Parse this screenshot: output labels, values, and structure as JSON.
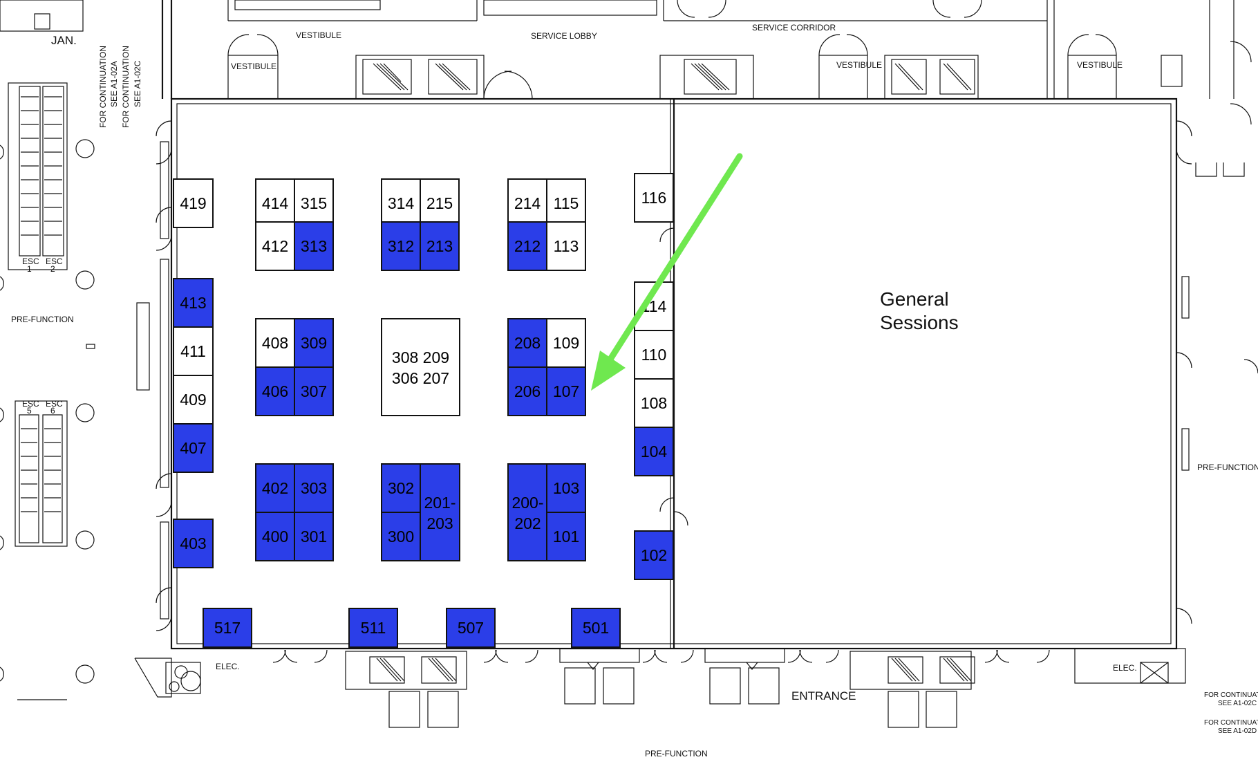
{
  "colors": {
    "booth_fill_reserved": "#2b3ee8",
    "booth_fill_open": "#ffffff",
    "arrow": "#6fe84f",
    "ink": "#111111"
  },
  "labels": {
    "vestibule_top_left": "VESTIBULE",
    "vestibule_left": "VESTIBULE",
    "service_lobby": "SERVICE LOBBY",
    "service_corridor": "SERVICE CORRIDOR",
    "vestibule_mid": "VESTIBULE",
    "vestibule_right": "VESTIBULE",
    "jan": "JAN.",
    "cont_a1_02a_line1": "FOR CONTINUATION",
    "cont_a1_02a_line2": "SEE A1-02A",
    "cont_a1_02c_line1": "FOR CONTINUATION",
    "cont_a1_02c_line2": "SEE A1-02C",
    "prefunction_left": "PRE-FUNCTION",
    "prefunction_right": "PRE-FUNCTION",
    "prefunction_bottom": "PRE-FUNCTION",
    "general_sessions_line1": "General",
    "general_sessions_line2": "Sessions",
    "entrance": "ENTRANCE",
    "elec_left": "ELEC.",
    "elec_right": "ELEC.",
    "esc1": "ESC",
    "esc1_num": "1",
    "esc2": "ESC",
    "esc2_num": "2",
    "esc5": "ESC",
    "esc5_num": "5",
    "esc6": "ESC",
    "esc6_num": "6",
    "cont_bottom_right_1_line1": "FOR CONTINUATION",
    "cont_bottom_right_1_line2": "SEE A1-02C",
    "cont_bottom_right_2_line1": "FOR CONTINUATION",
    "cont_bottom_right_2_line2": "SEE A1-02D"
  },
  "booths": [
    {
      "id": "419",
      "reserved": false
    },
    {
      "id": "414",
      "reserved": false
    },
    {
      "id": "315",
      "reserved": false
    },
    {
      "id": "412",
      "reserved": false
    },
    {
      "id": "313",
      "reserved": true
    },
    {
      "id": "314",
      "reserved": false
    },
    {
      "id": "215",
      "reserved": false
    },
    {
      "id": "312",
      "reserved": true
    },
    {
      "id": "213",
      "reserved": true
    },
    {
      "id": "214",
      "reserved": false
    },
    {
      "id": "115",
      "reserved": false
    },
    {
      "id": "212",
      "reserved": true
    },
    {
      "id": "113",
      "reserved": false
    },
    {
      "id": "116",
      "reserved": false
    },
    {
      "id": "413",
      "reserved": true
    },
    {
      "id": "411",
      "reserved": false
    },
    {
      "id": "409",
      "reserved": false
    },
    {
      "id": "407",
      "reserved": true
    },
    {
      "id": "408",
      "reserved": false
    },
    {
      "id": "309",
      "reserved": true
    },
    {
      "id": "406",
      "reserved": true
    },
    {
      "id": "307",
      "reserved": true
    },
    {
      "id": "308 209",
      "reserved": false,
      "line2": "306 207"
    },
    {
      "id": "208",
      "reserved": true
    },
    {
      "id": "109",
      "reserved": false
    },
    {
      "id": "206",
      "reserved": true
    },
    {
      "id": "107",
      "reserved": true
    },
    {
      "id": "114",
      "reserved": false
    },
    {
      "id": "110",
      "reserved": false
    },
    {
      "id": "108",
      "reserved": false
    },
    {
      "id": "104",
      "reserved": true
    },
    {
      "id": "402",
      "reserved": true
    },
    {
      "id": "303",
      "reserved": true
    },
    {
      "id": "400",
      "reserved": true
    },
    {
      "id": "301",
      "reserved": true
    },
    {
      "id": "302",
      "reserved": true
    },
    {
      "id": "300",
      "reserved": true
    },
    {
      "id": "201-",
      "reserved": true,
      "line2": "203"
    },
    {
      "id": "200-",
      "reserved": true,
      "line2": "202"
    },
    {
      "id": "103",
      "reserved": true
    },
    {
      "id": "101",
      "reserved": true
    },
    {
      "id": "403",
      "reserved": true
    },
    {
      "id": "102",
      "reserved": true
    },
    {
      "id": "517",
      "reserved": true
    },
    {
      "id": "511",
      "reserved": true
    },
    {
      "id": "507",
      "reserved": true
    },
    {
      "id": "501",
      "reserved": true
    }
  ]
}
